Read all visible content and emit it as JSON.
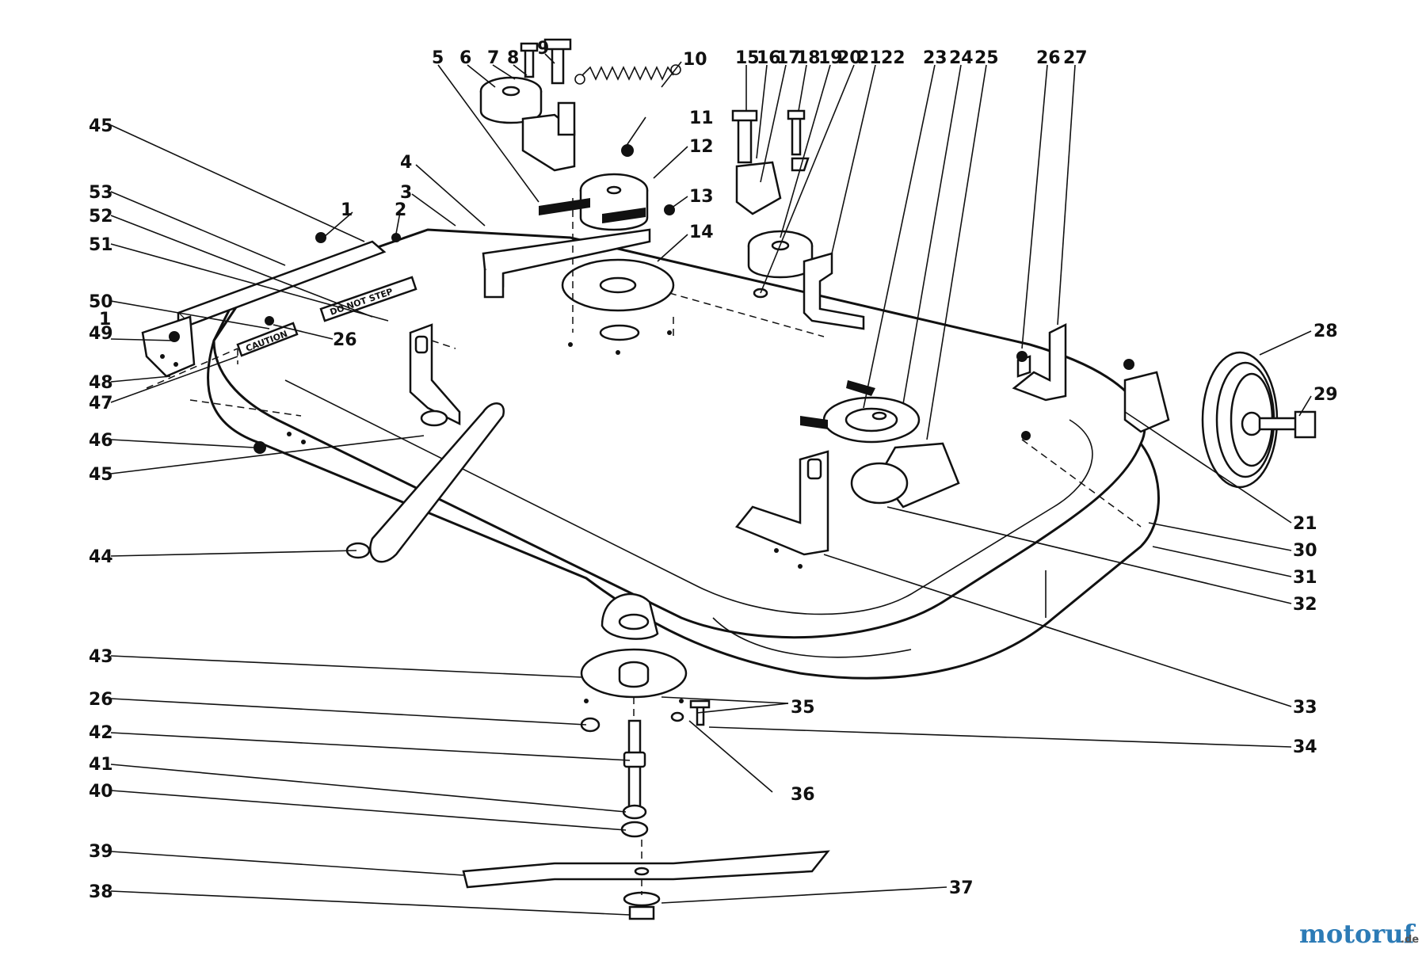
{
  "callouts": {
    "c1": "1",
    "c2": "2",
    "c3": "3",
    "c4": "4",
    "c5": "5",
    "c6": "6",
    "c7": "7",
    "c8": "8",
    "c9": "9",
    "c10": "10",
    "c11": "11",
    "c12": "12",
    "c13": "13",
    "c14": "14",
    "c15": "15",
    "c16": "16",
    "c17": "17",
    "c18": "18",
    "c19": "19",
    "c20": "20",
    "c21": "21",
    "c22": "22",
    "c23": "23",
    "c24": "24",
    "c25": "25",
    "c26": "26",
    "c27": "27",
    "c28": "28",
    "c29": "29",
    "c30": "30",
    "c31": "31",
    "c32": "32",
    "c33": "33",
    "c34": "34",
    "c35": "35",
    "c36": "36",
    "c37": "37",
    "c38": "38",
    "c39": "39",
    "c40": "40",
    "c41": "41",
    "c42": "42",
    "c43": "43",
    "c44": "44",
    "c45": "45",
    "c46": "46",
    "c47": "47",
    "c48": "48",
    "c49": "49",
    "c50": "50",
    "c51": "51",
    "c52": "52",
    "c53": "53"
  },
  "decals": {
    "do_not_step": "DO NOT STEP",
    "caution": "CAUTION"
  },
  "watermark": {
    "brand": "motoruf",
    "domain": ".de"
  }
}
